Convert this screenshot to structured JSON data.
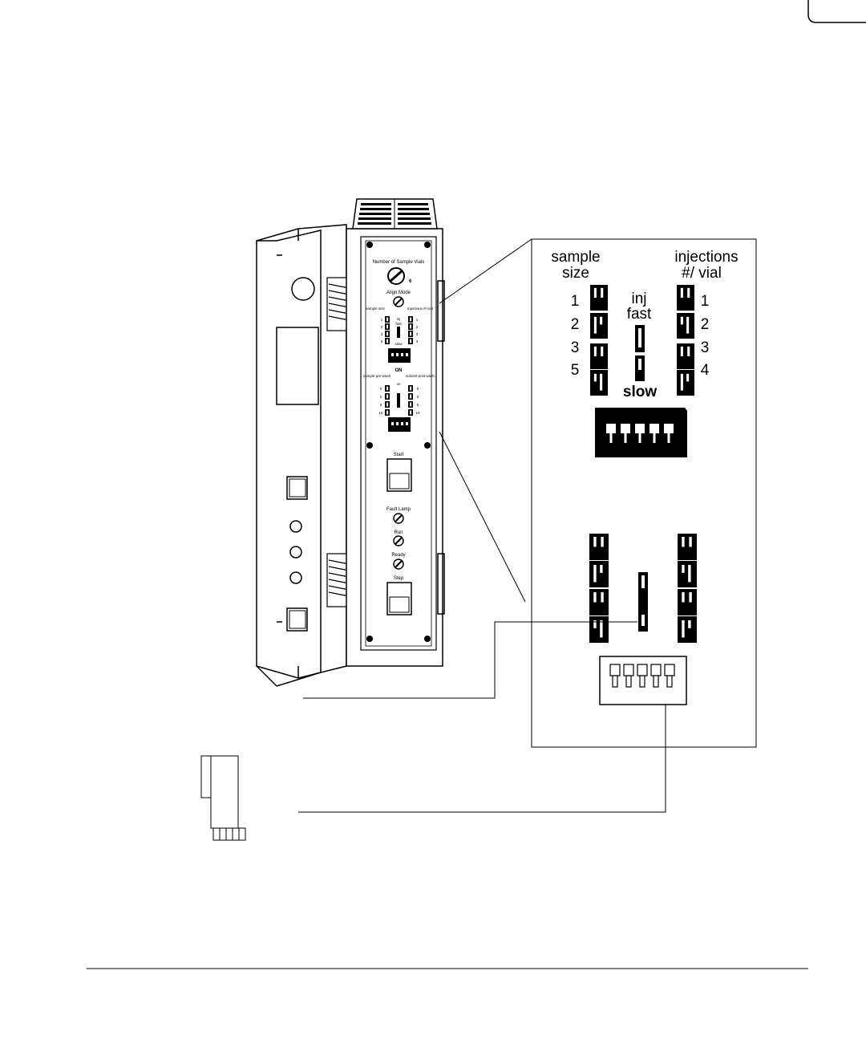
{
  "panel": {
    "title": "Number of Sample Vials",
    "align_mode": "Align Mode",
    "sample_size": "sample size",
    "injections_vial": "injections #/ vial",
    "inj": "inj",
    "fast": "fast",
    "slow": "slow",
    "sample_pre_wash": "sample pre-wash",
    "solvent_post_wash": "solvent post wash",
    "on": "on",
    "start": "Start",
    "fault_lamp": "Fault Lamp",
    "run": "Run",
    "ready": "Ready",
    "step": "Step",
    "left_small_nums": [
      "1",
      "2",
      "3",
      "5"
    ],
    "right_small_nums": [
      "1",
      "2",
      "3",
      "4"
    ],
    "prewash_nums": [
      "0",
      "2",
      "6",
      "10"
    ],
    "postwash_nums": [
      "0",
      "2",
      "6",
      "10"
    ]
  },
  "zoom": {
    "sample_label_1": "sample",
    "sample_label_2": "size",
    "injections_label_1": "injections",
    "injections_label_2": "#/ vial",
    "inj": "inj",
    "fast": "fast",
    "slow": "slow",
    "left_numbers": [
      "1",
      "2",
      "3",
      "5"
    ],
    "right_numbers": [
      "1",
      "2",
      "3",
      "4"
    ]
  }
}
